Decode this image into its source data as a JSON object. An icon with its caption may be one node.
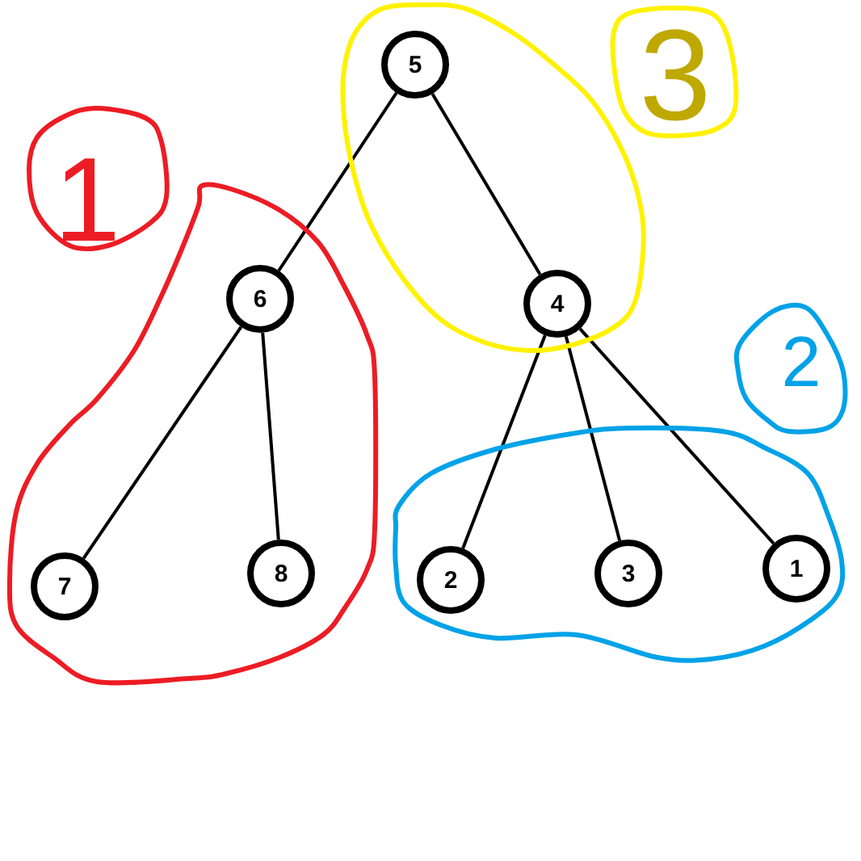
{
  "diagram": {
    "nodes": [
      {
        "text": [],
        "shape": "blob"
      },
      {
        "text": [
          "5"
        ],
        "in": 0
      },
      {
        "text": [
          "4"
        ],
        "in": 0
      },
      {
        "text": [
          "3"
        ]
      },
      {
        "text": [
          "1"
        ]
      },
      {
        "text": [],
        "shape": "blob"
      },
      {
        "text": [
          "6"
        ],
        "in": 5
      },
      {
        "text": [
          "7"
        ],
        "in": 5
      },
      {
        "text": [
          "8"
        ],
        "in": 5
      },
      {
        "text": [
          "2"
        ]
      },
      {
        "text": [],
        "shape": "blob"
      },
      {
        "text": [
          "2"
        ],
        "in": 10
      },
      {
        "text": [
          "3"
        ],
        "in": 10
      },
      {
        "text": [
          "1"
        ],
        "in": 10
      }
    ],
    "edges": [
      {
        "from": 1,
        "to": 6,
        "arrow": "none"
      },
      {
        "from": 1,
        "to": 2,
        "arrow": "none"
      },
      {
        "from": 6,
        "to": 7,
        "arrow": "none"
      },
      {
        "from": 6,
        "to": 8,
        "arrow": "none"
      },
      {
        "from": 2,
        "to": 11,
        "arrow": "none"
      },
      {
        "from": 2,
        "to": 12,
        "arrow": "none"
      },
      {
        "from": 2,
        "to": 13,
        "arrow": "none"
      }
    ]
  }
}
